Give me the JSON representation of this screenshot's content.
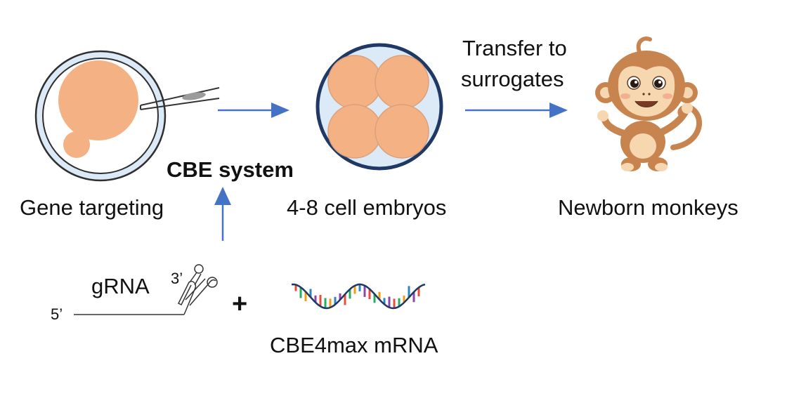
{
  "labels": {
    "gene_targeting": "Gene targeting",
    "cbe_system": "CBE system",
    "embryos": "4-8 cell embryos",
    "transfer_line1": "Transfer to",
    "transfer_line2": "surrogates",
    "newborn": "Newborn monkeys",
    "grna": "gRNA",
    "five_prime": "5’",
    "three_prime": "3’",
    "plus": "+",
    "mrna": "CBE4max mRNA"
  },
  "colors": {
    "arrow": "#4472c4",
    "cell": "#f4b183",
    "cell_edge": "#d9a07a",
    "zona": "#dce9f7",
    "zona_edge": "#1f3864",
    "monkey_fur": "#c8844f",
    "monkey_face": "#f6d7b0"
  },
  "icons": {
    "oocyte": "oocyte-injection-icon",
    "embryo": "four-cell-embryo-icon",
    "monkey": "cartoon-monkey-icon",
    "grna": "grna-hairpin-icon",
    "mrna": "mrna-wave-icon"
  }
}
